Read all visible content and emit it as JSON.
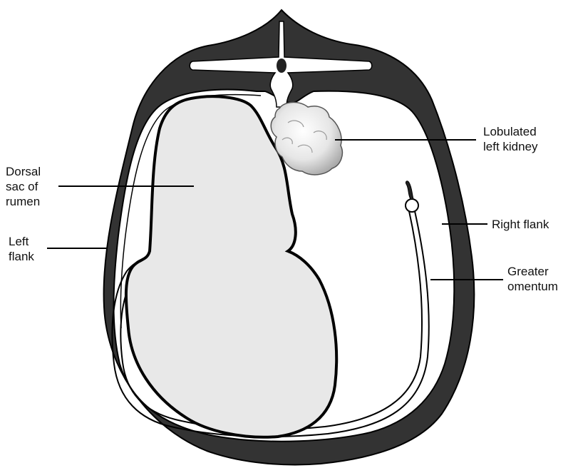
{
  "labels": {
    "kidney": [
      "Lobulated",
      "left kidney"
    ],
    "rumen": [
      "Dorsal",
      "sac of",
      "rumen"
    ],
    "left_flank": [
      "Left",
      "flank"
    ],
    "right_flank": [
      "Right flank"
    ],
    "omentum": [
      "Greater",
      "omentum"
    ]
  },
  "colors": {
    "body_wall": "#333333",
    "outline": "#000000",
    "rumen_fill": "#e8e8e8",
    "cavity_fill": "#ffffff",
    "kidney_fill": "#e4e4e4"
  },
  "icons": {
    "spine": "vertebra-shape",
    "kidney": "lobulated-kidney-shape"
  }
}
